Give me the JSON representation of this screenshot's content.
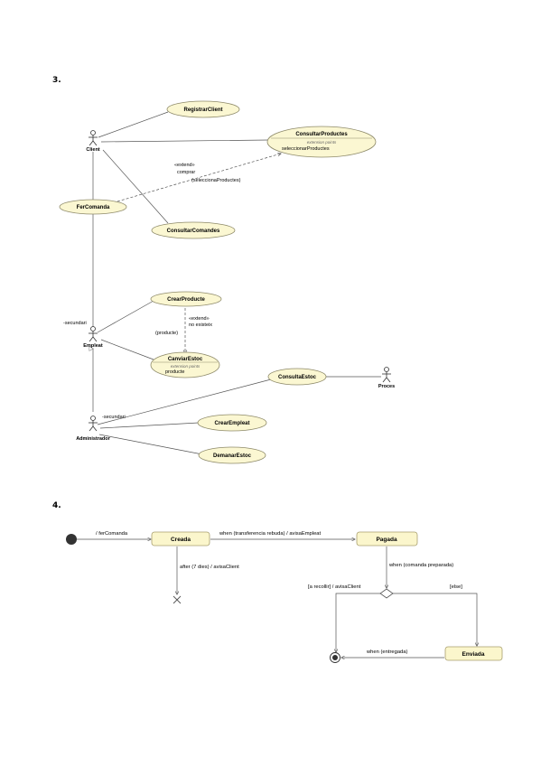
{
  "section3": {
    "number": "3.",
    "actors": {
      "client": "Client",
      "empleat": "Empleat",
      "administrador": "Administrador",
      "proces": "Proces"
    },
    "usecases": {
      "registrar_client": "RegistrarClient",
      "consultar_productes": "ConsultarProductes",
      "fer_comanda": "FerComanda",
      "consultar_comandes": "ConsultarComandes",
      "crear_producte": "CrearProducte",
      "canviar_estoc": "CanviarEstoc",
      "consulta_estoc": "ConsultaEstoc",
      "crear_empleat": "CrearEmpleat",
      "demanar_estoc": "DemanarEstoc"
    },
    "extension_points_label": "extension points",
    "consultar_productes_ext": "seleccionarProductes",
    "canviar_estoc_ext": "producte",
    "extend_1": {
      "stereotype": "«extend»",
      "condition": "comprar",
      "point": "(seleccionaProductes)"
    },
    "extend_2": {
      "stereotype": "«extend»",
      "condition": "no existeix",
      "point": "(producte)"
    },
    "role_secundari_empleat": "-secundari",
    "role_secundari_admin": "-secundari"
  },
  "section4": {
    "number": "4.",
    "states": {
      "creada": "Creada",
      "pagada": "Pagada",
      "enviada": "Enviada"
    },
    "transitions": {
      "initial": "/ ferComanda",
      "creada_pagada": "when (transferencia rebuda) / avisaEmpleat",
      "creada_terminate": "after (7 dies) / avisaClient",
      "pagada_choice": "when (comanda preparada)",
      "choice_final": "[a recollir] / avisaClient",
      "choice_enviada": "[else]",
      "enviada_final": "when (entregada)"
    }
  }
}
